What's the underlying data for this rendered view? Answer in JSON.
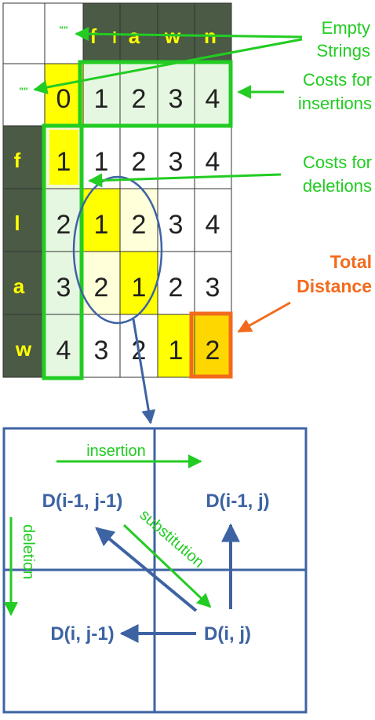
{
  "matrix": {
    "corner_empty": "",
    "col_empty": "\"\"",
    "row_empty": "\"\"",
    "col_headers": [
      "f",
      "l",
      "a",
      "w",
      "n"
    ],
    "row_headers": [
      "f",
      "l",
      "a",
      "w"
    ],
    "first_row": [
      "0",
      "1",
      "2",
      "3",
      "4"
    ],
    "rows": [
      [
        "1",
        "1",
        "2",
        "3",
        "4"
      ],
      [
        "2",
        "1",
        "2",
        "3",
        "4"
      ],
      [
        "3",
        "2",
        "1",
        "2",
        "3"
      ],
      [
        "4",
        "3",
        "2",
        "1",
        "2"
      ]
    ]
  },
  "annotations": {
    "empty_strings_line1": "Empty",
    "empty_strings_line2": "Strings",
    "insert_costs_line1": "Costs for",
    "insert_costs_line2": "insertions",
    "delete_costs_line1": "Costs for",
    "delete_costs_line2": "deletions",
    "total_line1": "Total",
    "total_line2": "Distance"
  },
  "recurrence": {
    "top_left": "D(i-1, j-1)",
    "top_right": "D(i-1, j)",
    "bottom_left": "D(i, j-1)",
    "bottom_right": "D(i, j)",
    "insertion": "insertion",
    "deletion": "deletion",
    "substitution": "substitution"
  },
  "colors": {
    "dark_header": "#4a5a45",
    "yellow": "#ffff00",
    "light_yellow": "#ffffd9",
    "light_green": "#e6f7e1",
    "light_green_yellow": "#f1f9d5",
    "green": "#22cc22",
    "orange": "#f26b1d",
    "blue": "#3d63a3"
  }
}
